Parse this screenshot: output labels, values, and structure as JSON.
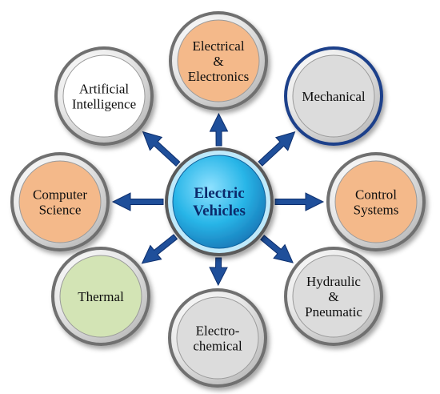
{
  "center": {
    "lines": [
      "Electric",
      "Vehicles"
    ],
    "color": "#29b6e8"
  },
  "nodes": [
    {
      "id": "electrical-electronics",
      "lines": [
        "Electrical",
        "&",
        "Electronics"
      ],
      "fill": "#f4b98a",
      "ring": "#6f6f6f"
    },
    {
      "id": "mechanical",
      "lines": [
        "Mechanical"
      ],
      "fill": "#dcdcdc",
      "ring": "#1f3f8a"
    },
    {
      "id": "control-systems",
      "lines": [
        "Control",
        "Systems"
      ],
      "fill": "#f4b98a",
      "ring": "#6f6f6f"
    },
    {
      "id": "hydraulic-pneumatic",
      "lines": [
        "Hydraulic",
        "&",
        "Pneumatic"
      ],
      "fill": "#dcdcdc",
      "ring": "#6f6f6f"
    },
    {
      "id": "electro-chemical",
      "lines": [
        "Electro-",
        "chemical"
      ],
      "fill": "#dcdcdc",
      "ring": "#6f6f6f"
    },
    {
      "id": "thermal",
      "lines": [
        "Thermal"
      ],
      "fill": "#d3e4b5",
      "ring": "#6f6f6f"
    },
    {
      "id": "computer-science",
      "lines": [
        "Computer",
        "Science"
      ],
      "fill": "#f4b98a",
      "ring": "#6f6f6f"
    },
    {
      "id": "artificial-intelligence",
      "lines": [
        "Artificial",
        "Intelligence"
      ],
      "fill": "#ffffff",
      "ring": "#6f6f6f"
    }
  ],
  "colors": {
    "arrow": "#1f4f9a",
    "arrow_dark": "#0d2f6e"
  }
}
